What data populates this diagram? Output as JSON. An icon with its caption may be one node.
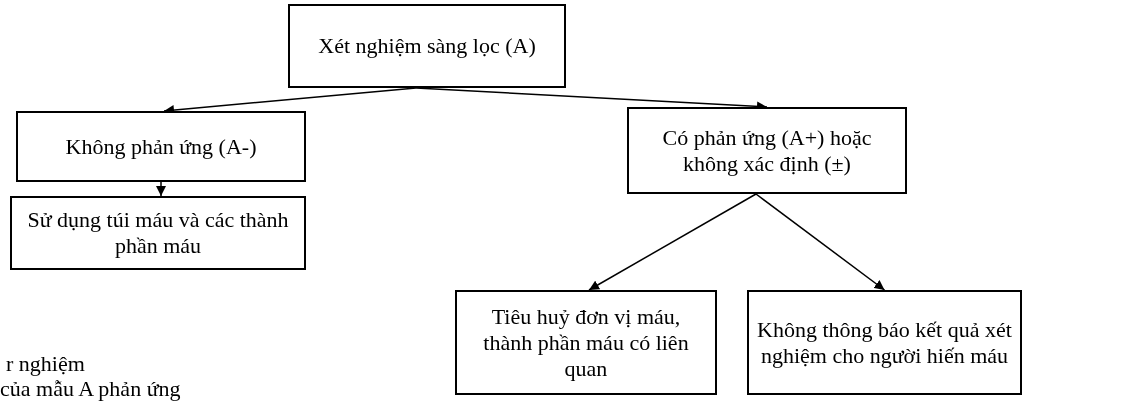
{
  "diagram": {
    "nodes": [
      {
        "text": [
          "Xét nghiệm sàng lọc (A)"
        ]
      },
      {
        "text": [
          "Không phản ứng (A-)"
        ]
      },
      {
        "text": [
          "Sử dụng túi máu và các thành phần máu"
        ]
      },
      {
        "text": [
          "Có phản ứng (A+) hoặc không xác định (±)"
        ]
      },
      {
        "text": [
          "Tiêu huỷ đơn vị máu, thành phần máu có liên quan"
        ]
      },
      {
        "text": [
          "Không thông báo kết quả xét nghiệm cho người hiến máu"
        ]
      }
    ],
    "edges": [
      {
        "from": 0,
        "to": 1,
        "arrow": "to"
      },
      {
        "from": 0,
        "to": 3,
        "arrow": "to"
      },
      {
        "from": 1,
        "to": 2,
        "arrow": "to"
      },
      {
        "from": 3,
        "to": 4,
        "arrow": "to"
      },
      {
        "from": 3,
        "to": 5,
        "arrow": "to"
      }
    ],
    "labels": [
      "r nghiệm",
      "của mẫu A phản ứng"
    ]
  }
}
